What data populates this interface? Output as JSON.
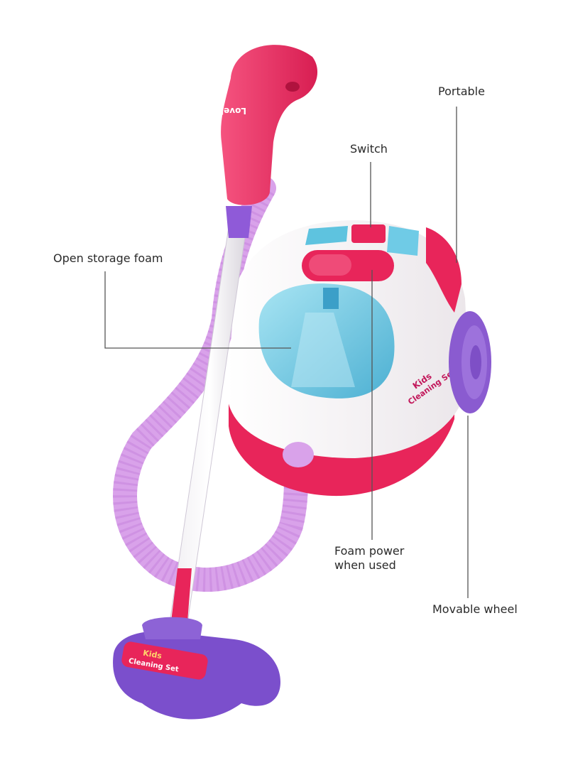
{
  "diagram": {
    "subject": "Kids toy vacuum cleaner",
    "colors": {
      "body_white": "#f7f4f6",
      "body_pink": "#e8255a",
      "handle_pink": "#ef2e63",
      "hose_lilac": "#d9a2ea",
      "wheel_purple": "#8a5bd0",
      "nozzle_purple": "#7b4fcc",
      "tank_blue": "#5ec3df",
      "leader_line": "#555555",
      "label_text": "#2a2a2a"
    },
    "labels": [
      {
        "id": "portable",
        "text": "Portable"
      },
      {
        "id": "switch",
        "text": "Switch"
      },
      {
        "id": "open-storage-foam",
        "text": "Open storage foam"
      },
      {
        "id": "foam-power",
        "line1": "Foam power",
        "line2": "when used"
      },
      {
        "id": "movable-wheel",
        "text": "Movable wheel"
      }
    ],
    "product_text": {
      "handle": "Lovely",
      "body_brand_line1": "Kids",
      "body_brand_line2": "Cleaning Set",
      "nozzle_brand_line1": "Kids",
      "nozzle_brand_line2": "Cleaning Set"
    }
  }
}
